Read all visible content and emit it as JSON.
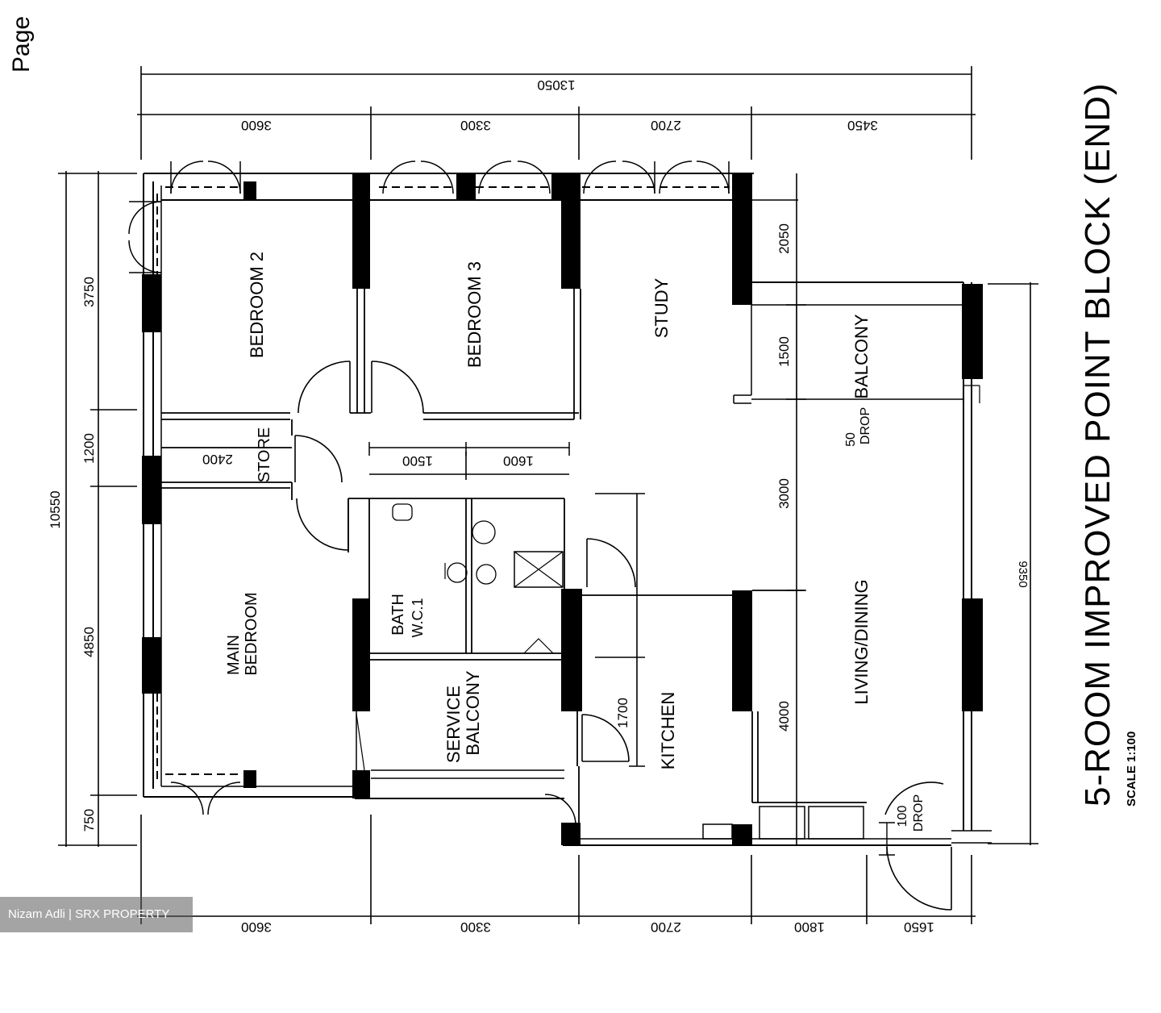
{
  "page_label": "Page",
  "title": "5-ROOM IMPROVED POINT BLOCK (END)",
  "scale": "SCALE 1:100",
  "watermark": "Nizam Adli | SRX PROPERTY",
  "rooms": {
    "bedroom2": "BEDROOM 2",
    "bedroom3": "BEDROOM 3",
    "study": "STUDY",
    "balcony": "BALCONY",
    "store": "STORE",
    "main_bedroom_1": "MAIN",
    "main_bedroom_2": "BEDROOM",
    "bath_1": "BATH",
    "bath_2": "W.C.1",
    "service_1": "SERVICE",
    "service_2": "BALCONY",
    "kitchen": "KITCHEN",
    "living": "LIVING/DINING"
  },
  "drops": {
    "drop50_a": "50",
    "drop50_b": "DROP",
    "drop100_a": "100",
    "drop100_b": "DROP"
  },
  "dimensions": {
    "top_total": "13050",
    "top": [
      "3600",
      "3300",
      "2700",
      "3450"
    ],
    "bottom": [
      "3600",
      "3300",
      "2700",
      "1800",
      "1650"
    ],
    "left_total": "10550",
    "left": [
      "3750",
      "1200",
      "4850",
      "750"
    ],
    "right_total": "9350",
    "inner": {
      "store_width": "2400",
      "bath_width": "1500",
      "bath2_width": "1600",
      "kitchen_door": "1700",
      "study_height": "2050",
      "balcony_height": "1500",
      "living_height": "3000",
      "kitchen_height": "4000"
    }
  }
}
